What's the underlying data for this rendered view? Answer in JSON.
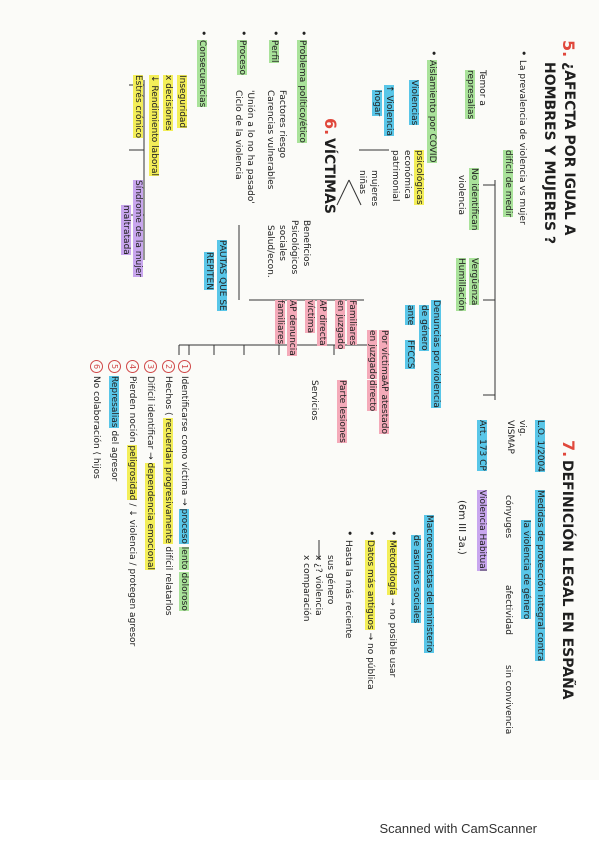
{
  "footer": "Scanned with CamScanner",
  "s5": {
    "num": "5.",
    "title1": "¿AFECTA POR IGUAL A",
    "title2": "HOMBRES Y MUJERES ?",
    "bullet1": "La prevalencia de violencia vs mujer",
    "bullet1b": "difícil de medir",
    "temor": "Temor a",
    "represalias": "represalias",
    "no_ident": "No identifican",
    "violencia": "violencia",
    "verguenza": "Vergüenza",
    "humillacion": "Humillación",
    "bullet2": "Aislamiento por COVID",
    "violencias": "Violencias",
    "psicologicas": "psicológicas",
    "economica": "económica",
    "patrimonial": "patrimonial",
    "violencia_hogar1": "↑ Violencia",
    "violencia_hogar2": "hogar",
    "mujeres": "mujeres",
    "ninas": "niñas"
  },
  "s6": {
    "num": "6.",
    "title": "VÍCTIMAS",
    "b1": "Problema político/ético",
    "beneficios": "Beneficios",
    "psicologicos": "Psicológicos",
    "sociales": "sociales",
    "salud": "Salud/econ.",
    "b2": "Perfil",
    "factores": "Factores riesgo",
    "carencias": "Carencias vulnerables",
    "b3": "Proceso",
    "union": "'Unión a lo no ha pasado'",
    "ciclo": "Ciclo de la violencia",
    "b4": "Consecuencias",
    "inseguridad": "Inseguridad",
    "decisiones": "x decisiones",
    "rendimiento": "↓ Rendimiento laboral",
    "estres": "Estrés crónico",
    "sindrome1": "Síndrome de la mujer",
    "sindrome2": "maltratada",
    "pautas1": "PAUTAS QUE SE",
    "pautas2": "REPITEN",
    "p1": "Identificarse como víctima",
    "p1b": "proceso",
    "p1c": "lento",
    "p1d": "doloroso",
    "p2": "Hechos",
    "p2b": "recuerdan progresivamente",
    "p2c": "difícil relatarlos",
    "p3": "Difícil identificar",
    "p3b": "dependencia emocional",
    "p4": "Pierden noción",
    "p4b": "peligrosidad",
    "p4c": "/ ↓ violencia / protegen agresor",
    "p5": "Represalias",
    "p5b": "del agresor",
    "p6": "No colaboración",
    "p6b": "hijos",
    "n1": "1",
    "n2": "2",
    "n3": "3",
    "n4": "4",
    "n5": "5",
    "n6": "6"
  },
  "s7": {
    "num": "7.",
    "title": "DEFINICIÓN LEGAL EN ESPAÑA",
    "lo": "L.O. 1/2004",
    "vig": "vig.",
    "vismap": "VISMAP",
    "medidas": "Medidas de protección integral contra",
    "medidas2": "la violencia de género",
    "conyuges": "cónyuges",
    "afectividad": "afectividad",
    "sin_conv": "sin convivencia",
    "art": "Art. 173 CP",
    "habitual": "Violencia Habitual",
    "seis": "(6m III 3a.)",
    "denuncias": "Denuncias por violencia",
    "genero": "de género",
    "ante": "ante",
    "ffccs": "FFCCS",
    "victima_juzgado": "Por víctima",
    "victima_juzgado2": "en juzgado",
    "familiares": "Familiares",
    "familiares2": "en juzgado",
    "ap_directa": "AP directa",
    "victima": "víctima",
    "ap_denuncia": "AP denuncia",
    "ap_denuncia2": "familiares",
    "ap_atestado": "AP atestado",
    "directo": "directo",
    "parte": "Parte lesiones",
    "servicios": "Servicios",
    "macro": "Macroencuestas del ministerio",
    "macro2": "de asuntos sociales",
    "metodologia": "Metodología",
    "no_usar": "no posible usar",
    "datos": "Datos más antiguos",
    "no_publica": "no pública",
    "hasta": "Hasta la más reciente",
    "sus": "sus género",
    "violencia_q": "x ¿? violencia",
    "comparacion": "x comparación"
  }
}
